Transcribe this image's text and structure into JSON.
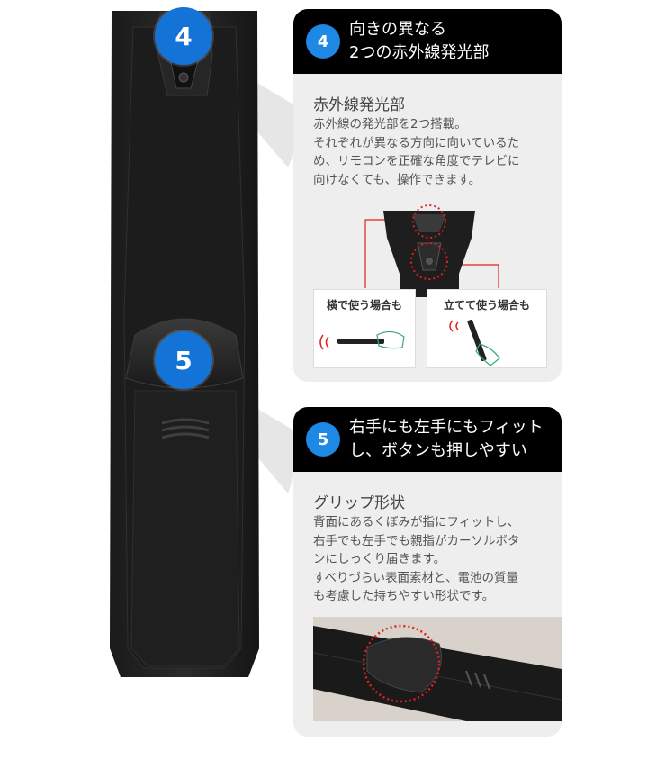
{
  "feature4": {
    "number": "4",
    "heading_line1": "向きの異なる",
    "heading_line2": "2つの赤外線発光部",
    "subheading": "赤外線発光部",
    "body_lines": [
      "赤外線の発光部を2つ搭載。",
      "それぞれが異なる方向に向いているた",
      "め、リモコンを正確な角度でテレビに",
      "向けなくても、操作できます。"
    ],
    "photo_left_label": "横で使う場合も",
    "photo_right_label": "立てて使う場合も"
  },
  "feature5": {
    "number": "5",
    "heading_line1": "右手にも左手にもフィット",
    "heading_line2": "し、ボタンも押しやすい",
    "subheading": "グリップ形状",
    "body_lines": [
      "背面にあるくぼみが指にフィットし、",
      "右手でも左手でも親指がカーソルボタ",
      "ンにしっくり届きます。",
      "すべりづらい表面素材と、電池の質量",
      "も考慮した持ちやすい形状です。"
    ]
  },
  "colors": {
    "badge_blue": "#1473d6",
    "card_bg": "#eeeeee",
    "header_bg": "#000000",
    "highlight_red": "#e02020"
  }
}
